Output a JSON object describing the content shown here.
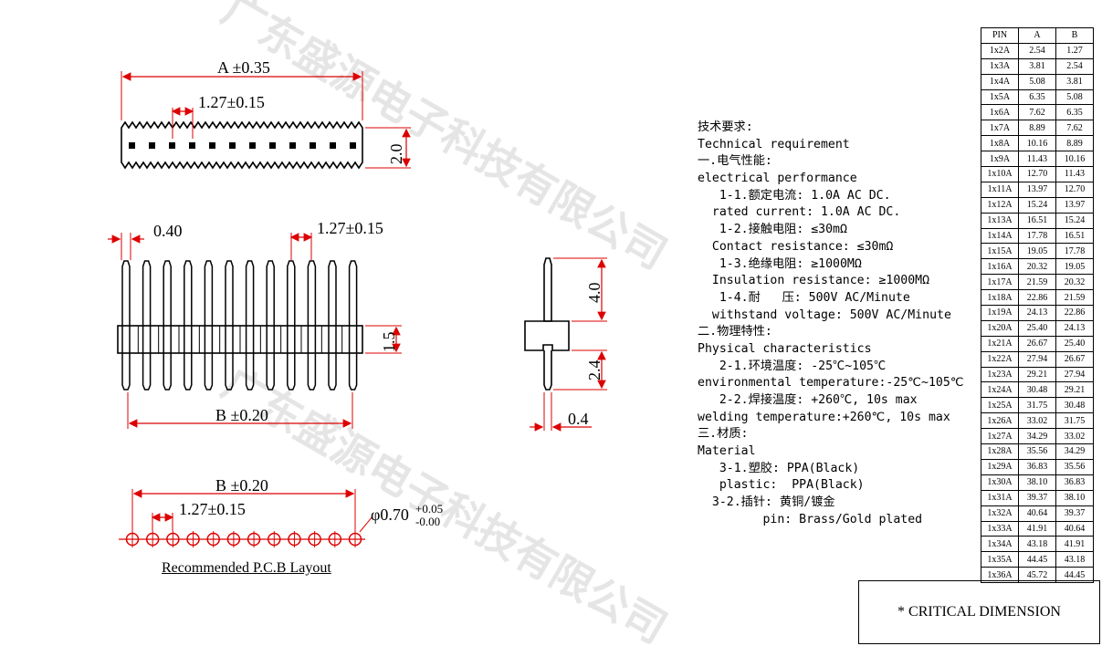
{
  "watermark": "广东盛源电子科技有限公司",
  "top_view": {
    "dim_a": "A ±0.35",
    "dim_pitch": "1.27±0.15",
    "dim_height": "2.0"
  },
  "front_view": {
    "dim_pin_width": "0.40",
    "dim_pitch": "1.27±0.15",
    "dim_body": "1.5",
    "dim_b": "B ±0.20"
  },
  "side_view": {
    "dim_upper": "4.0",
    "dim_lower": "2.4",
    "dim_width": "0.4"
  },
  "pcb_layout": {
    "dim_b": "B ±0.20",
    "dim_pitch": "1.27±0.15",
    "dim_hole": "φ0.70",
    "tol_plus": "+0.05",
    "tol_minus": "-0.00",
    "caption": "Recommended P.C.B Layout"
  },
  "spec_lines": [
    "技术要求:",
    "Technical requirement",
    "一.电气性能:",
    "electrical performance",
    "   1-1.额定电流: 1.0A AC DC.",
    "  rated current: 1.0A AC DC.",
    "   1-2.接触电阻: ≤30mΩ",
    "  Contact resistance: ≤30mΩ",
    "   1-3.绝缘电阻: ≥1000MΩ",
    "  Insulation resistance: ≥1000MΩ",
    "   1-4.耐   压: 500V AC/Minute",
    "  withstand voltage: 500V AC/Minute",
    "二.物理特性:",
    "Physical characteristics",
    "   2-1.环境温度: -25℃~105℃",
    "environmental temperature:-25℃~105℃",
    "   2-2.焊接温度: +260℃, 10s max",
    "welding temperature:+260℃, 10s max",
    "三.材质:",
    "Material",
    "   3-1.塑胶: PPA(Black)",
    "   plastic:  PPA(Black)",
    "  3-2.插针: 黄铜/镀金",
    "         pin: Brass/Gold plated"
  ],
  "pin_table": {
    "headers": [
      "PIN",
      "A",
      "B"
    ],
    "rows": [
      [
        "1x2A",
        "2.54",
        "1.27"
      ],
      [
        "1x3A",
        "3.81",
        "2.54"
      ],
      [
        "1x4A",
        "5.08",
        "3.81"
      ],
      [
        "1x5A",
        "6.35",
        "5.08"
      ],
      [
        "1x6A",
        "7.62",
        "6.35"
      ],
      [
        "1x7A",
        "8.89",
        "7.62"
      ],
      [
        "1x8A",
        "10.16",
        "8.89"
      ],
      [
        "1x9A",
        "11.43",
        "10.16"
      ],
      [
        "1x10A",
        "12.70",
        "11.43"
      ],
      [
        "1x11A",
        "13.97",
        "12.70"
      ],
      [
        "1x12A",
        "15.24",
        "13.97"
      ],
      [
        "1x13A",
        "16.51",
        "15.24"
      ],
      [
        "1x14A",
        "17.78",
        "16.51"
      ],
      [
        "1x15A",
        "19.05",
        "17.78"
      ],
      [
        "1x16A",
        "20.32",
        "19.05"
      ],
      [
        "1x17A",
        "21.59",
        "20.32"
      ],
      [
        "1x18A",
        "22.86",
        "21.59"
      ],
      [
        "1x19A",
        "24.13",
        "22.86"
      ],
      [
        "1x20A",
        "25.40",
        "24.13"
      ],
      [
        "1x21A",
        "26.67",
        "25.40"
      ],
      [
        "1x22A",
        "27.94",
        "26.67"
      ],
      [
        "1x23A",
        "29.21",
        "27.94"
      ],
      [
        "1x24A",
        "30.48",
        "29.21"
      ],
      [
        "1x25A",
        "31.75",
        "30.48"
      ],
      [
        "1x26A",
        "33.02",
        "31.75"
      ],
      [
        "1x27A",
        "34.29",
        "33.02"
      ],
      [
        "1x28A",
        "35.56",
        "34.29"
      ],
      [
        "1x29A",
        "36.83",
        "35.56"
      ],
      [
        "1x30A",
        "38.10",
        "36.83"
      ],
      [
        "1x31A",
        "39.37",
        "38.10"
      ],
      [
        "1x32A",
        "40.64",
        "39.37"
      ],
      [
        "1x33A",
        "41.91",
        "40.64"
      ],
      [
        "1x34A",
        "43.18",
        "41.91"
      ],
      [
        "1x35A",
        "44.45",
        "43.18"
      ],
      [
        "1x36A",
        "45.72",
        "44.45"
      ]
    ]
  },
  "critical_note": "* CRITICAL  DIMENSION"
}
